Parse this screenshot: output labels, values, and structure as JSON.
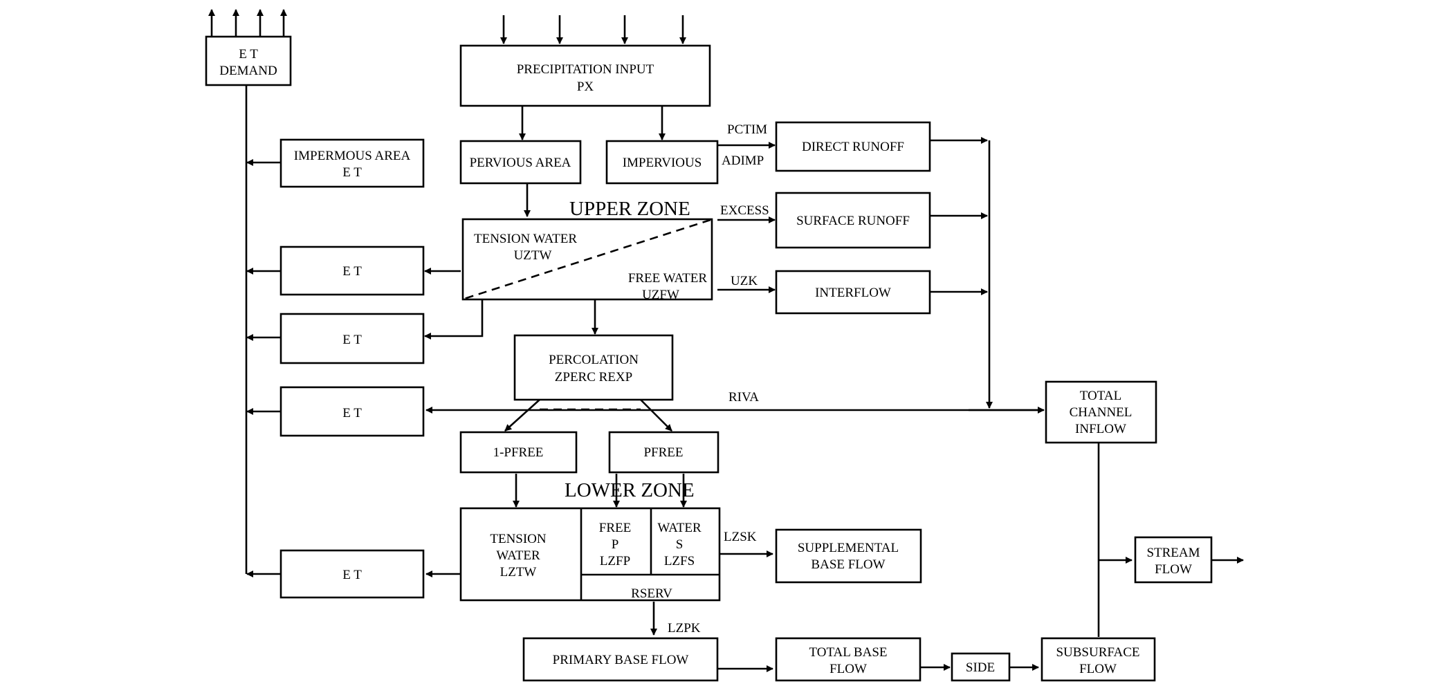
{
  "boxes": {
    "et_demand": [
      "E    T",
      "DEMAND"
    ],
    "precip": [
      "PRECIPITATION INPUT",
      "PX"
    ],
    "pervious": [
      "PERVIOUS  AREA"
    ],
    "impervious": [
      "IMPERVIOUS"
    ],
    "imperm_et": [
      "IMPERMOUS  AREA",
      "E    T"
    ],
    "direct": [
      "DIRECT RUNOFF"
    ],
    "surface": [
      "SURFACE  RUNOFF"
    ],
    "interflow": [
      "INTERFLOW"
    ],
    "et1": [
      "E    T"
    ],
    "et2": [
      "E    T"
    ],
    "et3": [
      "E    T"
    ],
    "et4": [
      "E    T"
    ],
    "perc": [
      "PERCOLATION",
      "ZPERC REXP"
    ],
    "total_ch": [
      "TOTAL",
      "CHANNEL",
      "INFLOW"
    ],
    "pfree1": [
      "1-PFREE"
    ],
    "pfree": [
      "PFREE"
    ],
    "supp": [
      "SUPPLEMENTAL",
      "BASE FLOW"
    ],
    "stream": [
      "STREAM",
      "FLOW"
    ],
    "primary": [
      "PRIMARY  BASE  FLOW"
    ],
    "totbase": [
      "TOTAL BASE",
      "FLOW"
    ],
    "side": [
      "SIDE"
    ],
    "subsurf": [
      "SUBSURFACE",
      "FLOW"
    ]
  },
  "labels": {
    "upper_zone": "UPPER ZONE",
    "lower_zone": "LOWER   ZONE",
    "uztw_1": "TENSION WATER",
    "uztw_2": "UZTW",
    "uzfw_1": "FREE WATER",
    "uzfw_2": "UZFW",
    "lztw_1": "TENSION",
    "lztw_2": "WATER",
    "lztw_3": "LZTW",
    "lzfp_1": "FREE",
    "lzfp_2": "P",
    "lzfp_3": "LZFP",
    "lzfs_1": "WATER",
    "lzfs_2": "S",
    "lzfs_3": "LZFS",
    "rserv": "RSERV",
    "pctim": "PCTIM",
    "adimp": "ADIMP",
    "excess": "EXCESS",
    "uzk": "UZK",
    "riva": "RIVA",
    "lzsk": "LZSK",
    "lzpk": "LZPK"
  }
}
